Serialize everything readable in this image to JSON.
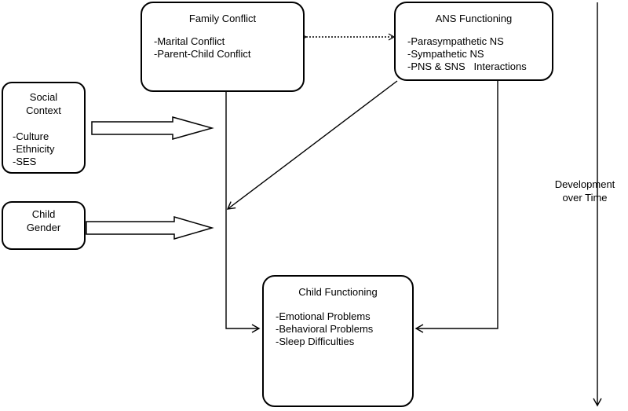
{
  "nodes": {
    "family_conflict": {
      "title": "Family Conflict",
      "items": [
        "-Marital Conflict",
        "-Parent-Child Conflict"
      ]
    },
    "ans_functioning": {
      "title": "ANS Functioning",
      "items": [
        "-Parasympathetic NS",
        "-Sympathetic NS",
        "-PNS & SNS   Interactions"
      ]
    },
    "social_context": {
      "title_line1": "Social",
      "title_line2": "Context",
      "items": [
        "-Culture",
        "-Ethnicity",
        "-SES"
      ]
    },
    "child_gender": {
      "title_line1": "Child",
      "title_line2": "Gender"
    },
    "child_functioning": {
      "title": "Child Functioning",
      "items": [
        "-Emotional Problems",
        "-Behavioral Problems",
        "-Sleep Difficulties"
      ]
    }
  },
  "timeline": {
    "label_line1": "Development",
    "label_line2": "over Time"
  }
}
